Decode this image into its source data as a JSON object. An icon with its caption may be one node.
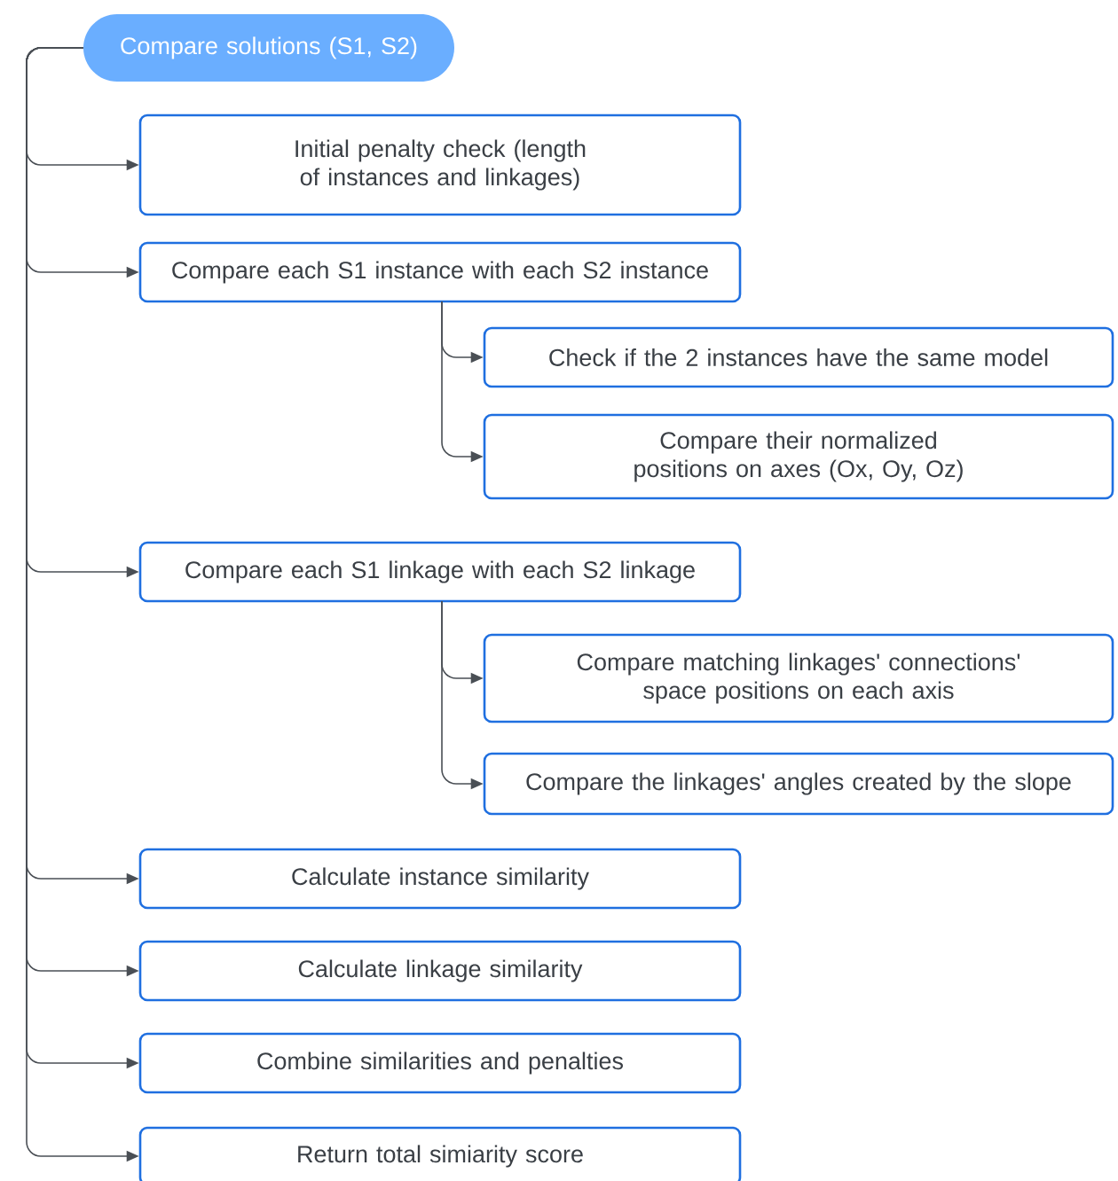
{
  "diagram": {
    "nodes": [
      {
        "text": [
          "Compare solutions (S1, S2)"
        ]
      },
      {
        "text": [
          "Initial penalty check (length of instances and linkages)"
        ]
      },
      {
        "text": [
          "Compare each S1 instance with each S2 instance"
        ]
      },
      {
        "text": [
          "Check if the 2 instances have the same model"
        ]
      },
      {
        "text": [
          "Compare their normalized positions on axes (Ox, Oy, Oz)"
        ]
      },
      {
        "text": [
          "Compare each S1 linkage with each S2 linkage"
        ]
      },
      {
        "text": [
          "Compare matching linkages' connections' space positions on each axis"
        ]
      },
      {
        "text": [
          "Compare the linkages' angles created by the slope"
        ]
      },
      {
        "text": [
          "Calculate instance similarity"
        ]
      },
      {
        "text": [
          "Calculate linkage similarity"
        ]
      },
      {
        "text": [
          "Combine similarities and penalties"
        ]
      },
      {
        "text": [
          "Return total simiarity score"
        ]
      }
    ],
    "edges": [
      {
        "from": 0,
        "to": 1,
        "arrow": "to"
      },
      {
        "from": 0,
        "to": 2,
        "arrow": "to"
      },
      {
        "from": 2,
        "to": 3,
        "arrow": "to"
      },
      {
        "from": 2,
        "to": 4,
        "arrow": "to"
      },
      {
        "from": 0,
        "to": 5,
        "arrow": "to"
      },
      {
        "from": 5,
        "to": 6,
        "arrow": "to"
      },
      {
        "from": 5,
        "to": 7,
        "arrow": "to"
      },
      {
        "from": 0,
        "to": 8,
        "arrow": "to"
      },
      {
        "from": 0,
        "to": 9,
        "arrow": "to"
      },
      {
        "from": 0,
        "to": 10,
        "arrow": "to"
      },
      {
        "from": 0,
        "to": 11,
        "arrow": "to"
      }
    ]
  }
}
